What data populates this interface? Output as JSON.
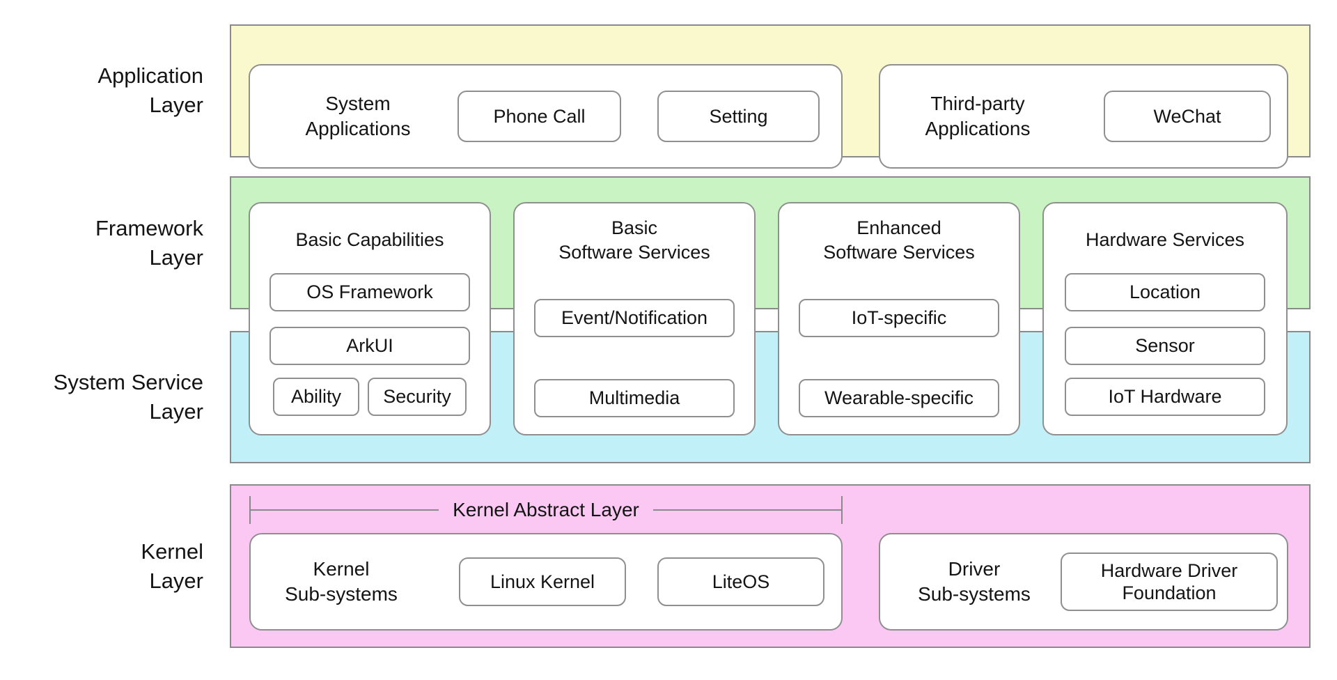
{
  "colors": {
    "page_bg": "#ffffff",
    "application_bg": "#faf8cd",
    "framework_bg": "#c9f3c3",
    "system_service_bg": "#c2f0f8",
    "kernel_bg": "#fac8f3",
    "band_border": "#8a8a8a",
    "box_border": "#8f8f8f",
    "text": "#141414"
  },
  "layer_labels": {
    "application": "Application\nLayer",
    "framework": "Framework\nLayer",
    "system_service": "System Service\nLayer",
    "kernel": "Kernel\nLayer"
  },
  "application_layer": {
    "system_applications": {
      "title": "System\nApplications",
      "items": [
        "Phone Call",
        "Setting"
      ]
    },
    "third_party_applications": {
      "title": "Third-party\nApplications",
      "items": [
        "WeChat"
      ]
    }
  },
  "middle": {
    "columns": [
      {
        "title": "Basic Capabilities",
        "pills": [
          "OS Framework",
          "ArkUI",
          "Ability",
          "Security"
        ]
      },
      {
        "title": "Basic\nSoftware Services",
        "pills": [
          "Event/Notification",
          "Multimedia"
        ]
      },
      {
        "title": "Enhanced\nSoftware Services",
        "pills": [
          "IoT-specific",
          "Wearable-specific"
        ]
      },
      {
        "title": "Hardware Services",
        "pills": [
          "Location",
          "Sensor",
          "IoT Hardware"
        ]
      }
    ]
  },
  "kernel_layer": {
    "abstract_label": "Kernel Abstract Layer",
    "kernel_subsystems": {
      "title": "Kernel\nSub-systems",
      "items": [
        "Linux Kernel",
        "LiteOS"
      ]
    },
    "driver_subsystems": {
      "title": "Driver\nSub-systems",
      "items": [
        "Hardware Driver\nFoundation"
      ]
    }
  }
}
